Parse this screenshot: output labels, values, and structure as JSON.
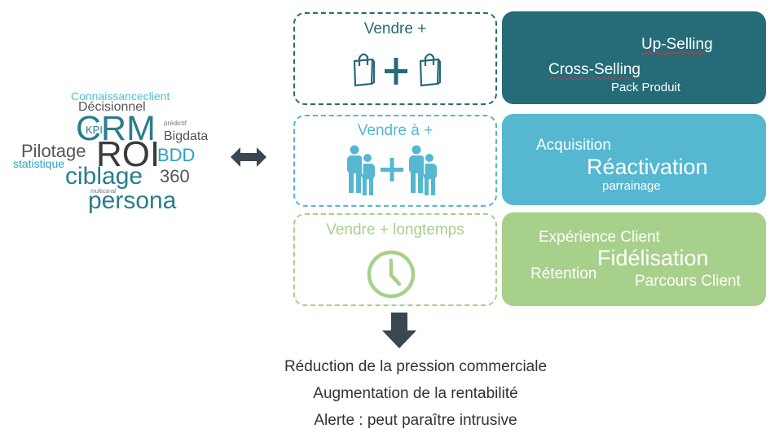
{
  "word_cloud": {
    "connaissance": "Connaissanceclient",
    "decisionnel": "Décisionnel",
    "kpi": "KPI",
    "crm": "CRM",
    "predictif": "prédictif",
    "bigdata": "Bigdata",
    "pilotage": "Pilotage",
    "roi": "ROI",
    "bdd": "BDD",
    "statistique": "statistique",
    "ciblage": "ciblage",
    "n360": "360",
    "multicanal": "multicanal",
    "persona": "persona"
  },
  "rows": [
    {
      "title": "Vendre +",
      "right": {
        "a": "Up-Selling",
        "b": "Cross-Selling",
        "c": "Pack Produit"
      }
    },
    {
      "title": "Vendre à +",
      "right": {
        "a": "Acquisition",
        "b": "Réactivation",
        "c": "parrainage"
      }
    },
    {
      "title": "Vendre + longtemps",
      "right": {
        "a": "Expérience Client",
        "b": "Fidélisation",
        "c": "Rétention",
        "d": "Parcours Client"
      }
    }
  ],
  "outcomes": [
    "Réduction de la pression commerciale",
    "Augmentation de la rentabilité",
    "Alerte : peut paraître intrusive"
  ],
  "colors": {
    "dark_teal": "#256b78",
    "light_blue": "#55b7d0",
    "light_green": "#a7d08b",
    "arrow": "#3a4650"
  }
}
